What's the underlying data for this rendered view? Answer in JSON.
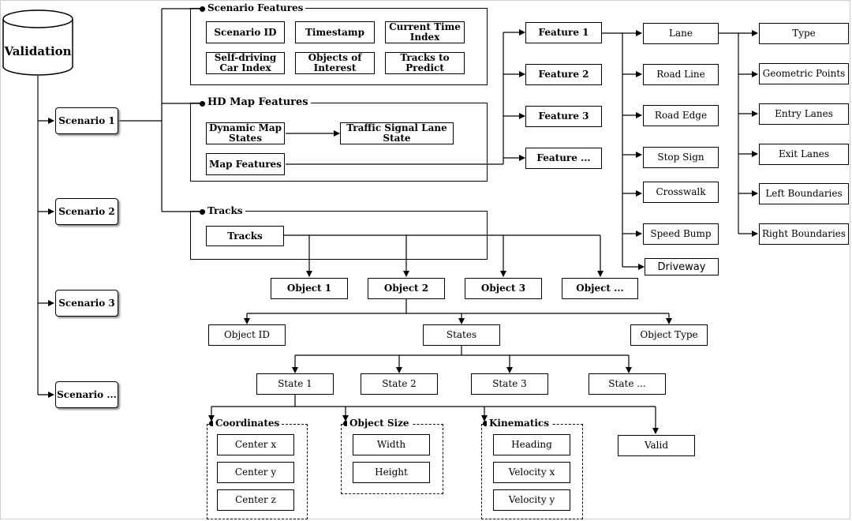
{
  "root": {
    "label": "Validation"
  },
  "scenarios": [
    "Scenario 1",
    "Scenario 2",
    "Scenario 3",
    "Scenario ..."
  ],
  "scenario_features": {
    "title": "Scenario Features",
    "items": [
      "Scenario ID",
      "Timestamp",
      "Current Time Index",
      "Self-driving Car Index",
      "Objects of Interest",
      "Tracks to Predict"
    ]
  },
  "hd_map_features": {
    "title": "HD Map Features",
    "dynamic_map_states": "Dynamic Map States",
    "traffic_signal_lane_state": "Traffic Signal Lane State",
    "map_features": "Map Features"
  },
  "map_features": [
    "Feature 1",
    "Feature 2",
    "Feature 3",
    "Feature ..."
  ],
  "feature_types": [
    "Lane",
    "Road Line",
    "Road Edge",
    "Stop Sign",
    "Crosswalk",
    "Speed Bump",
    "Driveway"
  ],
  "lane_attributes": [
    "Type",
    "Geometric Points",
    "Entry Lanes",
    "Exit Lanes",
    "Left Boundaries",
    "Right Boundaries"
  ],
  "tracks": {
    "title": "Tracks",
    "inner": "Tracks"
  },
  "objects": [
    "Object 1",
    "Object 2",
    "Object 3",
    "Object ..."
  ],
  "object_fields": {
    "id": "Object ID",
    "states": "States",
    "type": "Object Type"
  },
  "states": [
    "State 1",
    "State 2",
    "State 3",
    "State ..."
  ],
  "coordinates": {
    "title": "Coordinates",
    "items": [
      "Center x",
      "Center y",
      "Center z"
    ]
  },
  "object_size": {
    "title": "Object Size",
    "items": [
      "Width",
      "Height"
    ]
  },
  "kinematics": {
    "title": "Kinematics",
    "items": [
      "Heading",
      "Velocity x",
      "Velocity y"
    ]
  },
  "valid": "Valid"
}
